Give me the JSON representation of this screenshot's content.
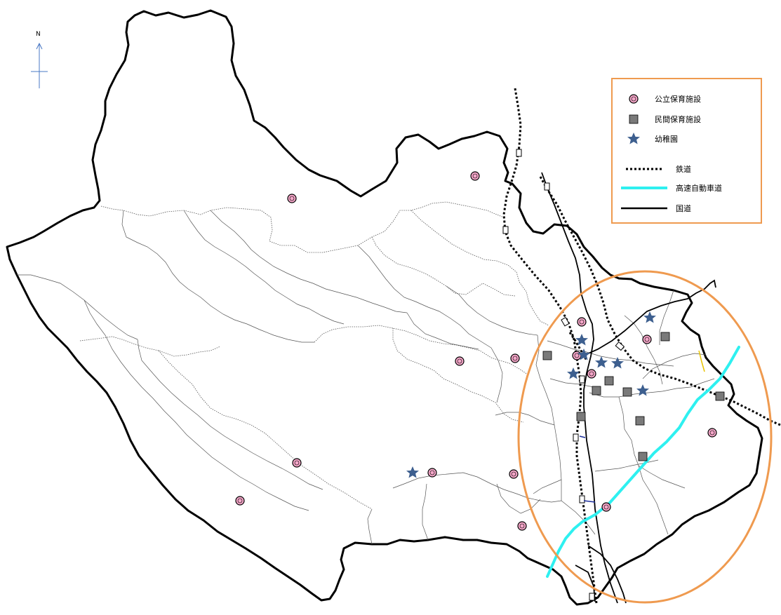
{
  "north_arrow": {
    "label": "N"
  },
  "legend": {
    "items": [
      {
        "symbol": "public-facility-icon",
        "label": "公立保育施設"
      },
      {
        "symbol": "private-facility-icon",
        "label": "民間保育施設"
      },
      {
        "symbol": "kindergarten-icon",
        "label": "幼稚園"
      },
      {
        "symbol": "railway-line-icon",
        "label": "鉄道"
      },
      {
        "symbol": "expressway-line-icon",
        "label": "高速自動車道"
      },
      {
        "symbol": "national-road-line-icon",
        "label": "国道"
      }
    ]
  },
  "colors": {
    "public_fill": "#f4a6c8",
    "public_ring": "#000000",
    "private_fill": "#7a7a7a",
    "kindergarten": "#3d5f8f",
    "expressway": "#2ef0f0",
    "road": "#000000",
    "railway": "#000000",
    "highlight_ellipse": "#ef9a4f",
    "legend_border": "#ef9a4f",
    "north_arrow": "#4a78c4"
  }
}
